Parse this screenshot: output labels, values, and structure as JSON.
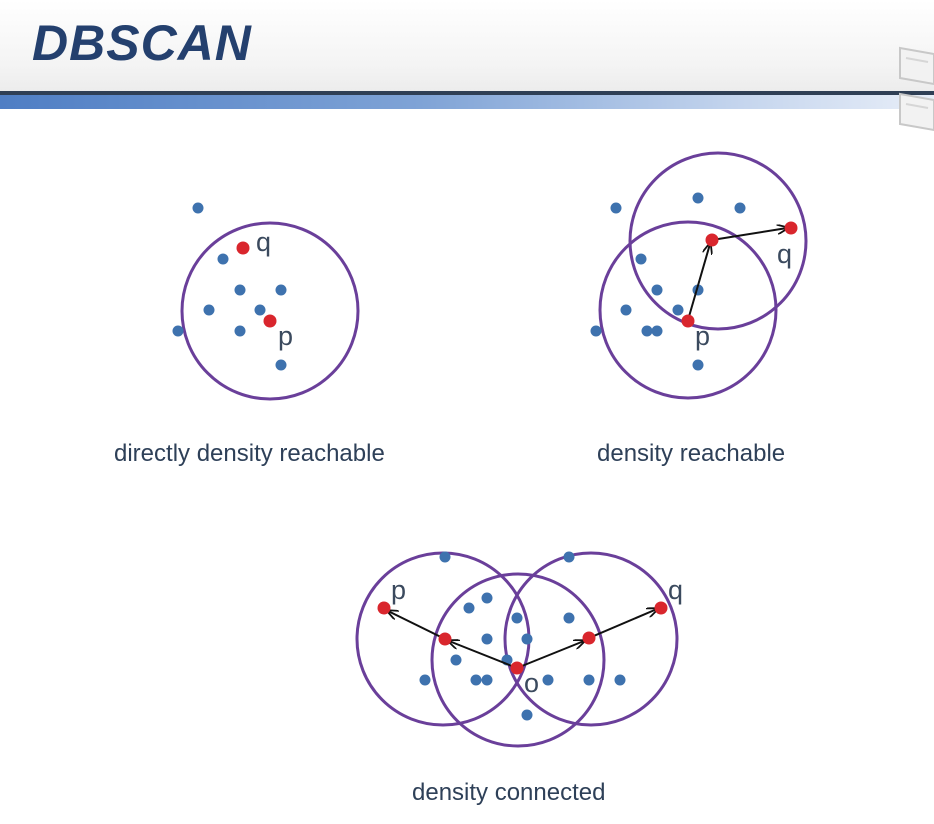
{
  "slide": {
    "title": "DBSCAN"
  },
  "diagrams": {
    "direct": {
      "caption": "directly density reachable",
      "labels": {
        "q": "q",
        "p": "p"
      }
    },
    "reachable": {
      "caption": "density reachable",
      "labels": {
        "q": "q",
        "p": "p"
      }
    },
    "connected": {
      "caption": "density connected",
      "labels": {
        "p": "p",
        "q": "q",
        "o": "o"
      }
    }
  },
  "colors": {
    "title": "#24406e",
    "circle": "#6a3f9a",
    "point": "#3e72ae",
    "highlight": "#d9262d",
    "arrow": "#111111",
    "caption": "#2e4058"
  }
}
